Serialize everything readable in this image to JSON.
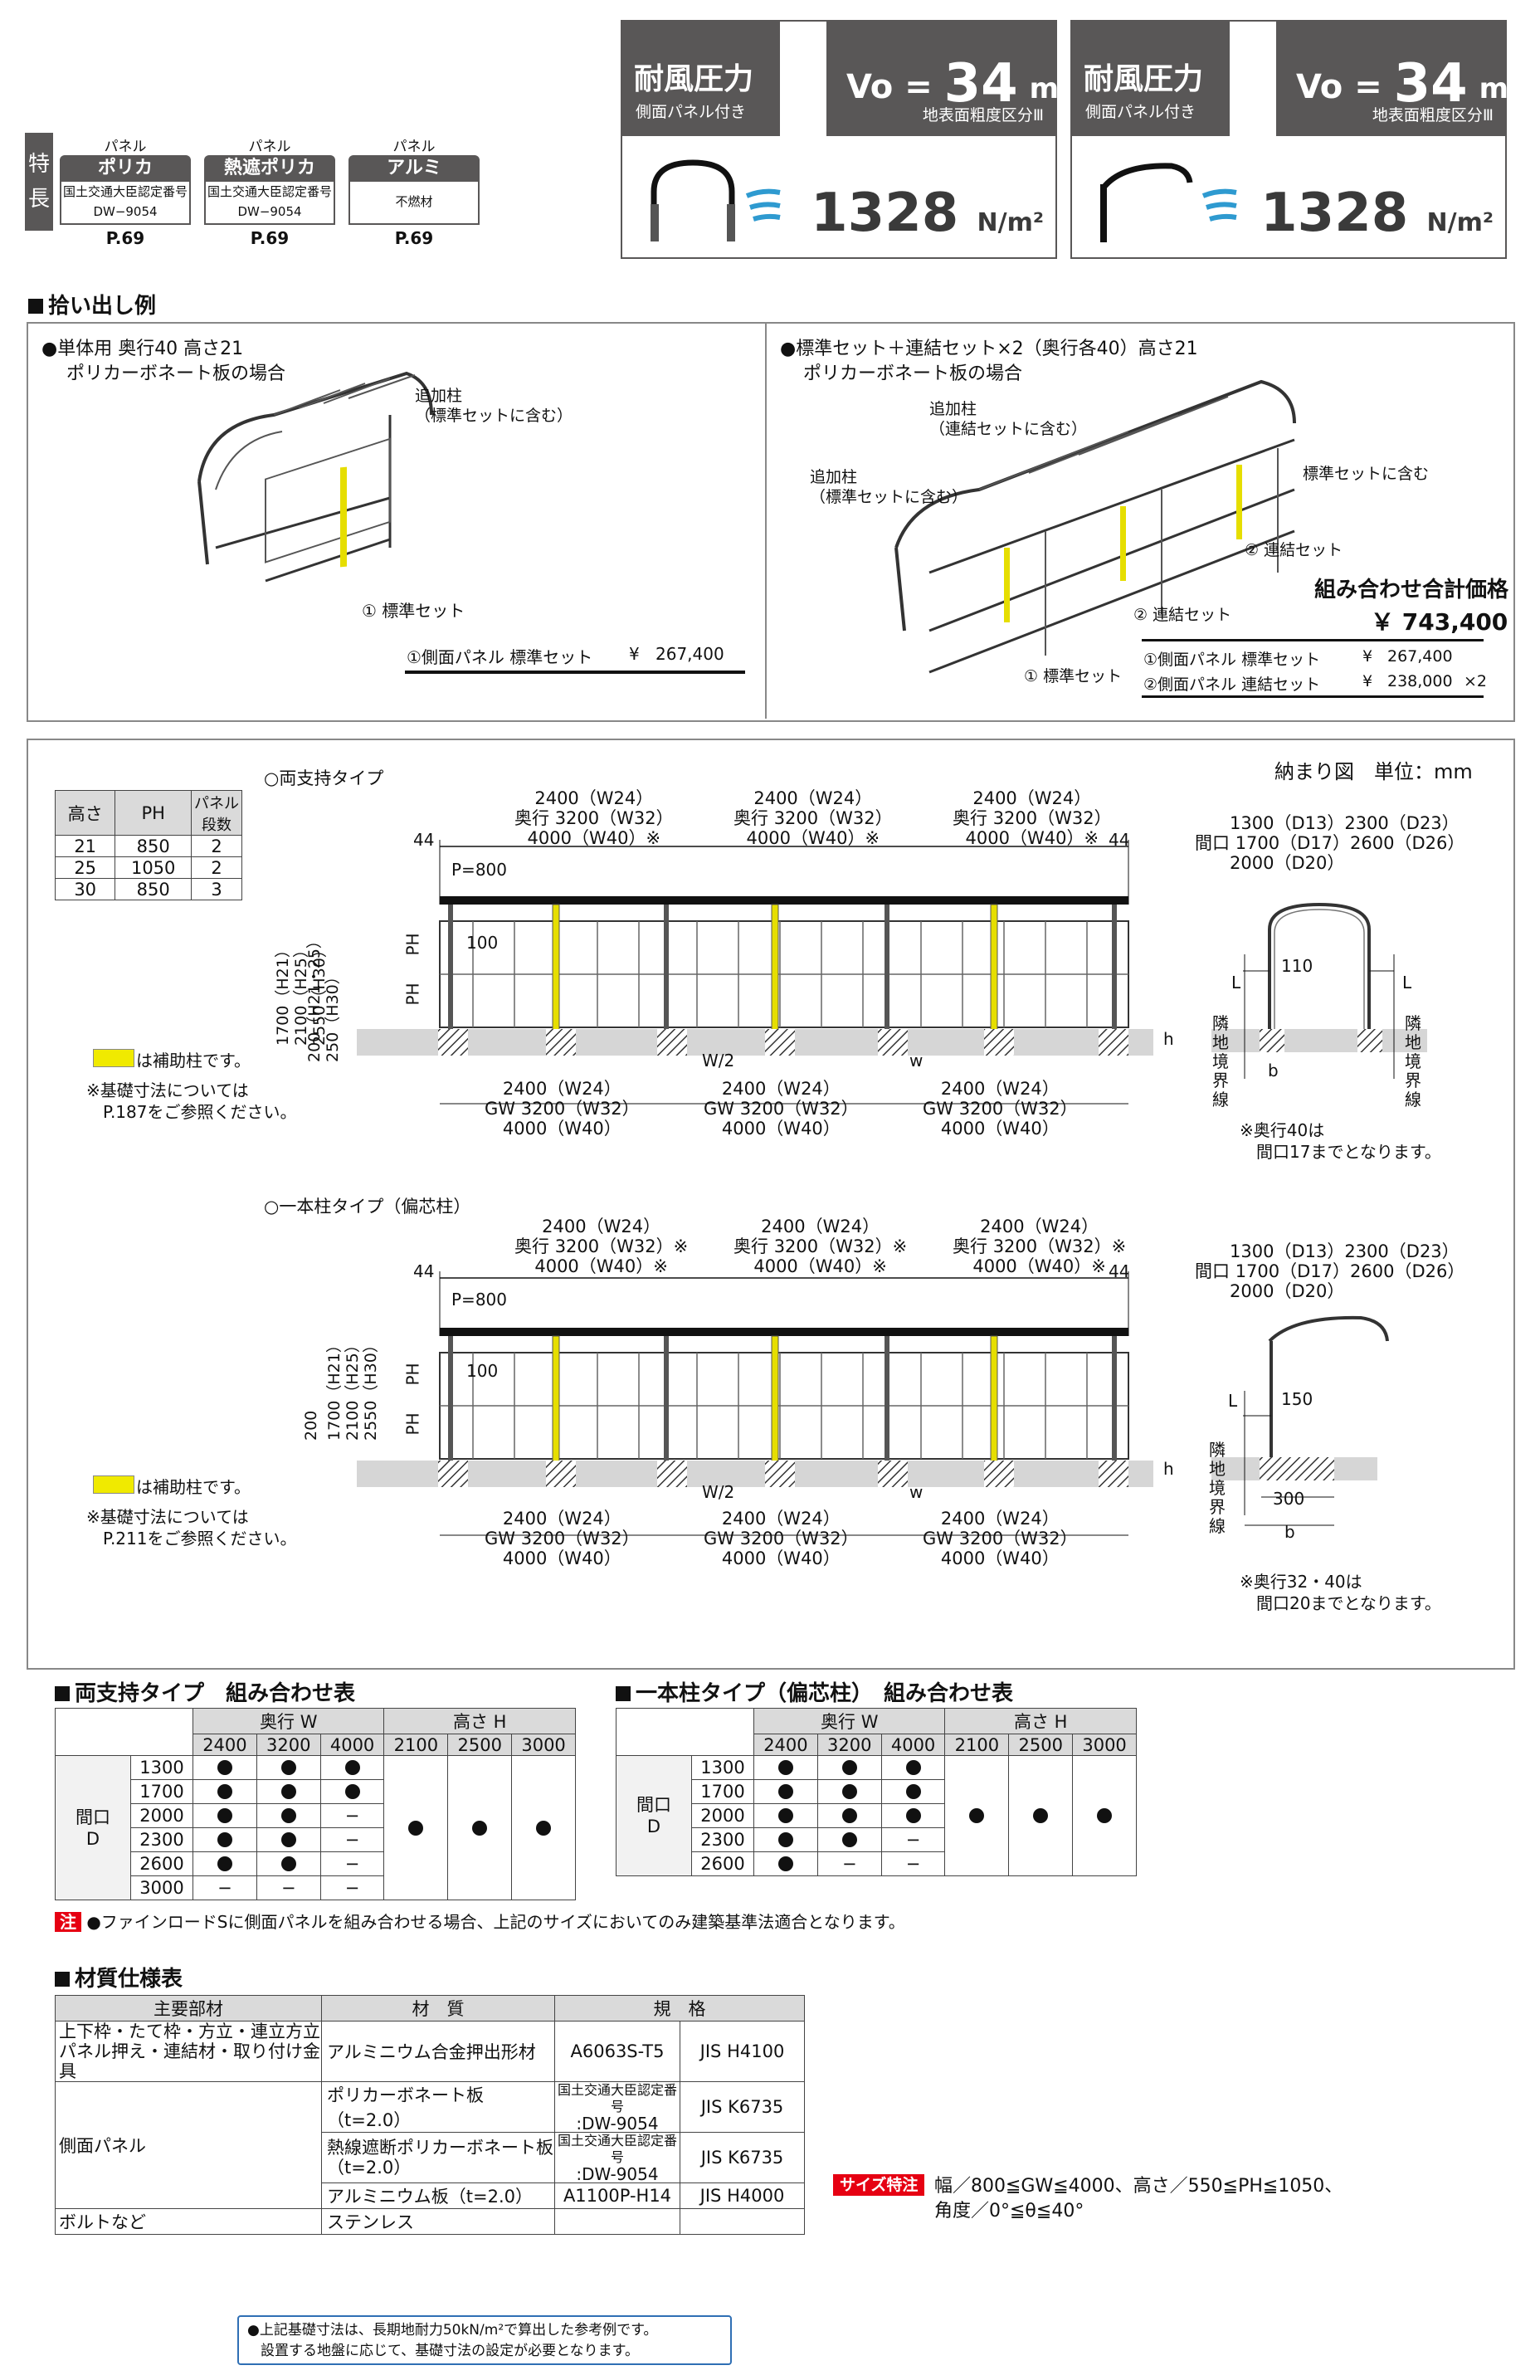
{
  "features": {
    "side_label": [
      "特",
      "長"
    ],
    "items": [
      {
        "top": "パネル",
        "tag": "ポリカ",
        "line1": "国土交通大臣認定番号",
        "line2": "DW−9054",
        "page": "P.69"
      },
      {
        "top": "パネル",
        "tag": "熱遮ポリカ",
        "line1": "国土交通大臣認定番号",
        "line2": "DW−9054",
        "page": "P.69"
      },
      {
        "top": "パネル",
        "tag": "アルミ",
        "line1": "不燃材",
        "line2": "",
        "page": "P.69"
      }
    ]
  },
  "wind": [
    {
      "title": "耐風圧力",
      "sub": "側面パネル付き",
      "vo": "Vo",
      "eq": "=",
      "speed": "34",
      "unit": "m/s",
      "class": "地表面粗度区分Ⅲ",
      "value": "1328",
      "value_unit": "N/m²"
    },
    {
      "title": "耐風圧力",
      "sub": "側面パネル付き",
      "vo": "Vo",
      "eq": "=",
      "speed": "34",
      "unit": "m/s",
      "class": "地表面粗度区分Ⅲ",
      "value": "1328",
      "value_unit": "N/m²"
    }
  ],
  "example": {
    "header": "拾い出し例",
    "left": {
      "title1": "●単体用 奥行40 高さ21",
      "title2": "ポリカーボネート板の場合",
      "callout1a": "追加柱",
      "callout1b": "（標準セットに含む）",
      "callout2": "① 標準セット",
      "price_label": "①側面パネル 標準セット",
      "price_yen": "¥",
      "price": "267,400"
    },
    "right": {
      "title1": "●標準セット＋連結セット×2（奥行各40）高さ21",
      "title2": "ポリカーボネート板の場合",
      "c1a": "追加柱",
      "c1b": "（連結セットに含む）",
      "c2a": "追加柱",
      "c2b": "（標準セットに含む）",
      "c3": "標準セットに含む",
      "c4": "② 連結セット",
      "c5": "② 連結セット",
      "c6": "① 標準セット",
      "total_label": "組み合わせ合計価格",
      "total": "￥ 743,400",
      "rows": [
        {
          "label": "①側面パネル 標準セット",
          "yen": "¥",
          "price": "267,400",
          "mult": ""
        },
        {
          "label": "②側面パネル 連結セット",
          "yen": "¥",
          "price": "238,000",
          "mult": "×2"
        }
      ]
    }
  },
  "drawing": {
    "unit_label": "納まり図　単位：mm",
    "type1": "○両支持タイプ",
    "type2": "○一本柱タイプ（偏芯柱）",
    "ph_table": {
      "headers": [
        "高さ",
        "PH",
        "パネル段数"
      ],
      "rows": [
        [
          "21",
          "850",
          "2"
        ],
        [
          "25",
          "1050",
          "2"
        ],
        [
          "30",
          "850",
          "3"
        ]
      ]
    },
    "depth1": {
      "l1": "2400（W24）",
      "pre": "奥行",
      "l2": "3200（W32）",
      "l3": "4000（W40）※"
    },
    "depth2": {
      "l1": "2400（W24）",
      "pre": "奥行",
      "l2": "3200（W32）※",
      "l3": "4000（W40）※"
    },
    "gw": {
      "l1": "2400（W24）",
      "pre": "GW",
      "l2": "3200（W32）",
      "l3": "4000（W40）"
    },
    "end_dim": "44",
    "p_dim": "P=800",
    "d100": "100",
    "ph": "PH",
    "h_dims1": [
      "1700（H21）",
      "2100（H25）",
      "2550（H30）"
    ],
    "base1": [
      "200（H21・25）",
      "250（H30）"
    ],
    "base2": "200",
    "w2": "W/2",
    "w": "w",
    "h": "h",
    "aux_legend": "は補助柱です。",
    "note1a": "※基礎寸法については",
    "note1b": "P.187をご参照ください。",
    "note2a": "※基礎寸法については",
    "note2b": "P.211をご参照ください。",
    "frontage": {
      "pre": "間口",
      "r1": "1300（D13）2300（D23）",
      "r2": "1700（D17）2600（D26）",
      "r3": "2000（D20）"
    },
    "d110": "110",
    "d150": "150",
    "d300": "300",
    "L": "L",
    "b": "b",
    "boundary": "隣地境界線",
    "side_note1a": "※奥行40は",
    "side_note1b": "間口17までとなります。",
    "side_note2a": "※奥行32・40は",
    "side_note2b": "間口20までとなります。"
  },
  "combo_left": {
    "title": "両支持タイプ　組み合わせ表",
    "depth_head": "奥行 W",
    "height_head": "高さ H",
    "depth_cols": [
      "2400",
      "3200",
      "4000"
    ],
    "height_cols": [
      "2100",
      "2500",
      "3000"
    ],
    "row_head": [
      "間口",
      "D"
    ],
    "rows": [
      {
        "label": "1300",
        "v": [
          "●",
          "●",
          "●"
        ]
      },
      {
        "label": "1700",
        "v": [
          "●",
          "●",
          "●"
        ]
      },
      {
        "label": "2000",
        "v": [
          "●",
          "●",
          "−"
        ]
      },
      {
        "label": "2300",
        "v": [
          "●",
          "●",
          "−"
        ]
      },
      {
        "label": "2600",
        "v": [
          "●",
          "●",
          "−"
        ]
      },
      {
        "label": "3000",
        "v": [
          "−",
          "−",
          "−"
        ]
      }
    ]
  },
  "combo_right": {
    "title": "一本柱タイプ（偏芯柱）　組み合わせ表",
    "depth_head": "奥行 W",
    "height_head": "高さ H",
    "depth_cols": [
      "2400",
      "3200",
      "4000"
    ],
    "height_cols": [
      "2100",
      "2500",
      "3000"
    ],
    "row_head": [
      "間口",
      "D"
    ],
    "rows": [
      {
        "label": "1300",
        "v": [
          "●",
          "●",
          "●"
        ]
      },
      {
        "label": "1700",
        "v": [
          "●",
          "●",
          "●"
        ]
      },
      {
        "label": "2000",
        "v": [
          "●",
          "●",
          "●"
        ]
      },
      {
        "label": "2300",
        "v": [
          "●",
          "●",
          "−"
        ]
      },
      {
        "label": "2600",
        "v": [
          "●",
          "−",
          "−"
        ]
      }
    ]
  },
  "note": {
    "badge": "注",
    "text": "●ファインロードSに側面パネルを組み合わせる場合、上記のサイズにおいてのみ建築基準法適合となります。"
  },
  "materials": {
    "title": "材質仕様表",
    "headers": [
      "主要部材",
      "材　質",
      "規　格"
    ],
    "r1_part": [
      "上下枠・たて枠・方立・連立方立",
      "パネル押え・連結材・取り付け金具"
    ],
    "r1_mat": "アルミニウム合金押出形材",
    "r1_std1": "A6063S-T5",
    "r1_std2": "JIS H4100",
    "panel_part": "側面パネル",
    "p1_mat": "ポリカーボネート板（t=2.0）",
    "p1_std1a": "国土交通大臣認定番号",
    "p1_std1b": ":DW-9054",
    "p1_std2": "JIS K6735",
    "p2_mat_a": "熱線遮断ポリカーボネート板",
    "p2_mat_b": "（t=2.0）",
    "p2_std1a": "国土交通大臣認定番号",
    "p2_std1b": ":DW-9054",
    "p2_std2": "JIS K6735",
    "p3_mat": "アルミニウム板（t=2.0）",
    "p3_std1": "A1100P-H14",
    "p3_std2": "JIS H4000",
    "r5_part": "ボルトなど",
    "r5_mat": "ステンレス"
  },
  "size_note": {
    "badge": "サイズ特注",
    "l1": "幅／800≦GW≦4000、高さ／550≦PH≦1050、",
    "l2": "角度／0°≦θ≦40°"
  },
  "foundation_note": {
    "l1": "●上記基礎寸法は、長期地耐力50kN/m²で算出した参考例です。",
    "l2": "設置する地盤に応じて、基礎寸法の設定が必要となります。"
  }
}
